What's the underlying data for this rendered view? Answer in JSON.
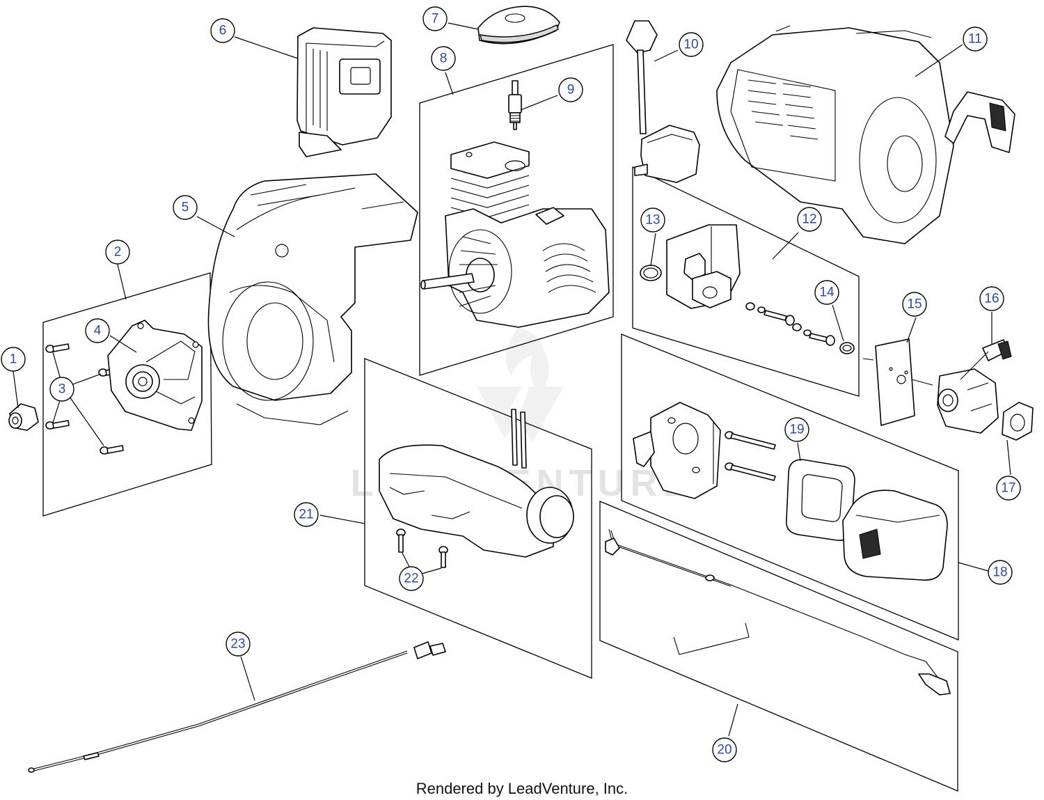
{
  "watermark": {
    "text": "LEADVENTURE"
  },
  "footer": {
    "credit": "Rendered by LeadVenture, Inc."
  },
  "callouts": [
    {
      "id": "1",
      "label": "1"
    },
    {
      "id": "2",
      "label": "2"
    },
    {
      "id": "3",
      "label": "3"
    },
    {
      "id": "4",
      "label": "4"
    },
    {
      "id": "5",
      "label": "5"
    },
    {
      "id": "6",
      "label": "6"
    },
    {
      "id": "7",
      "label": "7"
    },
    {
      "id": "8",
      "label": "8"
    },
    {
      "id": "9",
      "label": "9"
    },
    {
      "id": "10",
      "label": "10"
    },
    {
      "id": "11",
      "label": "11"
    },
    {
      "id": "12",
      "label": "12"
    },
    {
      "id": "13",
      "label": "13"
    },
    {
      "id": "14",
      "label": "14"
    },
    {
      "id": "15",
      "label": "15"
    },
    {
      "id": "16",
      "label": "16"
    },
    {
      "id": "17",
      "label": "17"
    },
    {
      "id": "18",
      "label": "18"
    },
    {
      "id": "19",
      "label": "19"
    },
    {
      "id": "20",
      "label": "20"
    },
    {
      "id": "21",
      "label": "21"
    },
    {
      "id": "22",
      "label": "22"
    },
    {
      "id": "23",
      "label": "23"
    }
  ],
  "colors": {
    "callout_text": "#2b4aa8",
    "line": "#000000",
    "watermark": "#e3e3e3"
  }
}
